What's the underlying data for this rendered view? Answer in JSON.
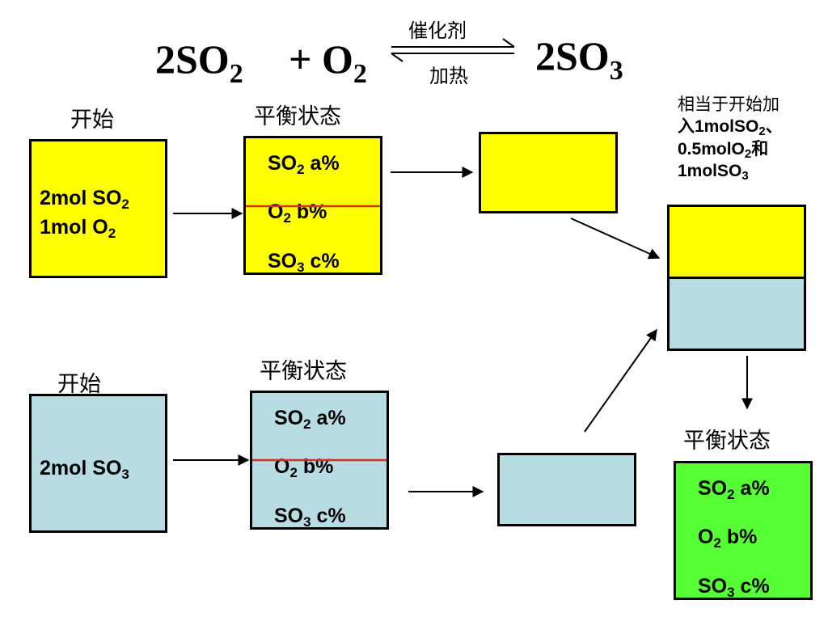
{
  "equation": {
    "left1": "2SO",
    "left1_sub": "2",
    "plus": "+ O",
    "left2_sub": "2",
    "right": "2SO",
    "right_sub": "3",
    "catalyst": "催化剂",
    "heat": "加热"
  },
  "top_row": {
    "start_label": "开始",
    "start_box": {
      "line1": "2mol SO",
      "line1_sub": "2",
      "line2": "1mol O",
      "line2_sub": "2"
    },
    "eq_label": "平衡状态",
    "eq_box": {
      "so2": "SO",
      "so2_sub": "2",
      "so2_val": " a%",
      "o2": "O",
      "o2_sub": "2",
      "o2_val": " b%",
      "so3": "SO",
      "so3_sub": "3",
      "so3_val": " c%"
    }
  },
  "bottom_row": {
    "start_label": "开始",
    "start_box": {
      "line1": "2mol SO",
      "line1_sub": "3"
    },
    "eq_label": "平衡状态",
    "eq_box": {
      "so2": "SO",
      "so2_sub": "2",
      "so2_val": " a%",
      "o2": "O",
      "o2_sub": "2",
      "o2_val": " b%",
      "so3": "SO",
      "so3_sub": "3",
      "so3_val": " c%"
    }
  },
  "note": {
    "l1": "相当于开始加",
    "l2a": "入1molSO",
    "l2_sub": "2",
    "l2b": "、",
    "l3a": "0.5molO",
    "l3_sub": "2",
    "l3b": "和",
    "l4a": "1molSO",
    "l4_sub": "3"
  },
  "final": {
    "label": "平衡状态",
    "box": {
      "so2": "SO",
      "so2_sub": "2",
      "so2_val": " a%",
      "o2": "O",
      "o2_sub": "2",
      "o2_val": " b%",
      "so3": "SO",
      "so3_sub": "3",
      "so3_val": " c%"
    }
  },
  "colors": {
    "yellow": "#ffff00",
    "light_blue": "#b7dde2",
    "green": "#55ff33",
    "divider_red": "#cc3333"
  }
}
